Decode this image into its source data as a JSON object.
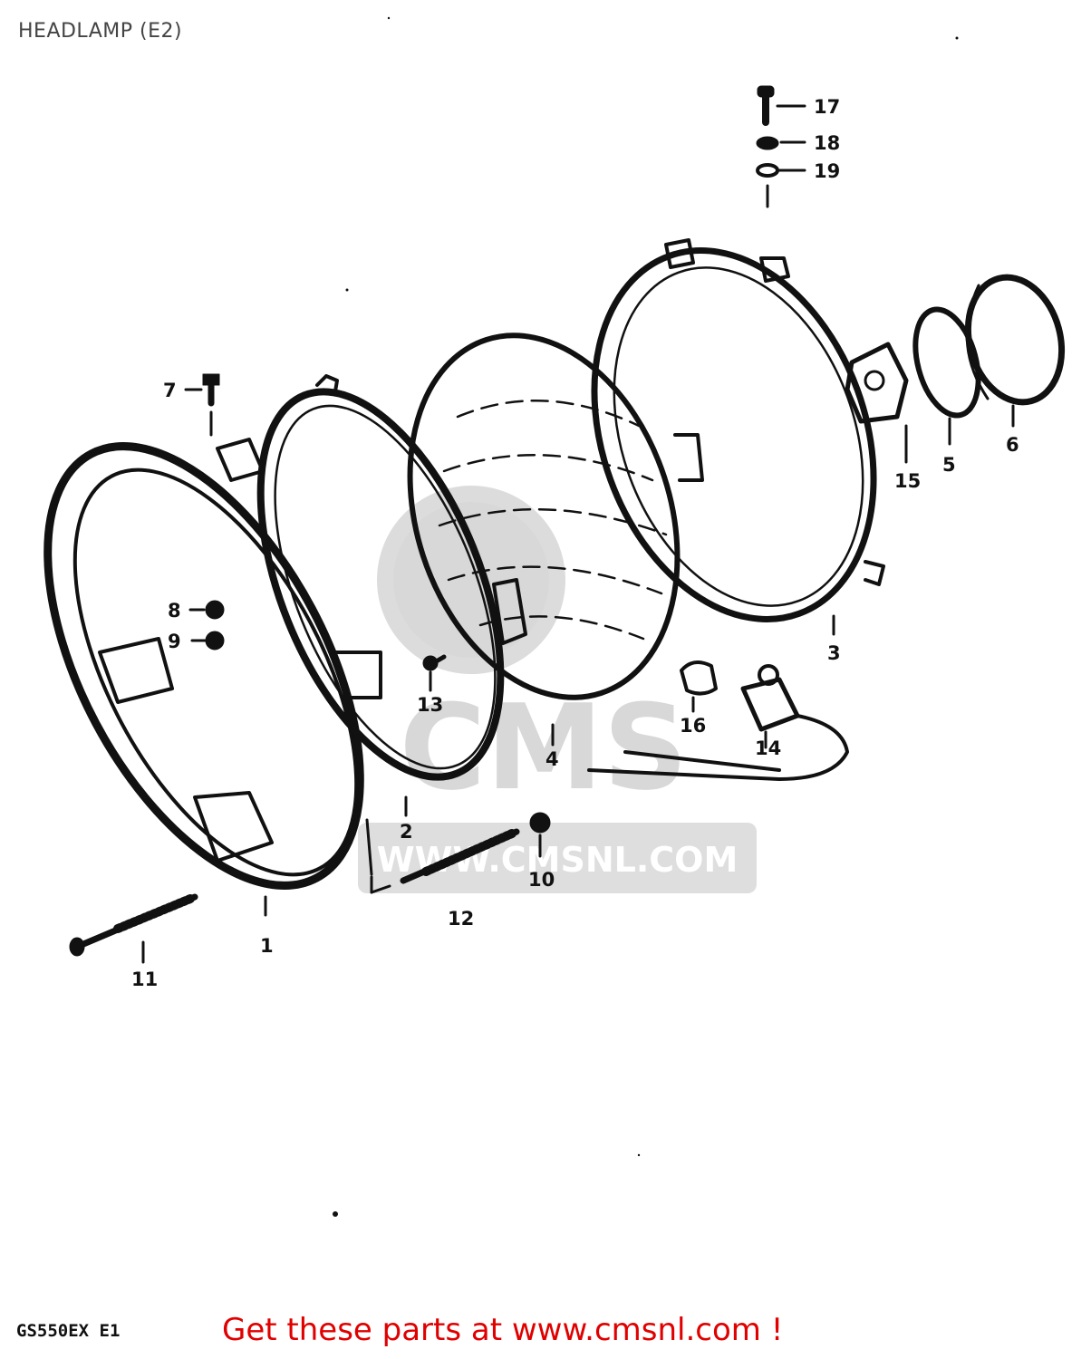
{
  "page": {
    "title": "HEADLAMP (E2)",
    "model_code": "GS550EX E1",
    "footer_link": "Get these parts at www.cmsnl.com !"
  },
  "watermark": {
    "brand": "CMS",
    "url": "WWW.CMSNL.COM"
  },
  "colors": {
    "footer_link": "#e00000",
    "line_art": "#111111",
    "watermark": "#cfcfcf"
  },
  "callouts": [
    "1",
    "2",
    "3",
    "4",
    "5",
    "6",
    "7",
    "8",
    "9",
    "10",
    "11",
    "12",
    "13",
    "14",
    "15",
    "16",
    "17",
    "18",
    "19"
  ],
  "parts": [
    {
      "ref": "1",
      "part": "headlamp-rim"
    },
    {
      "ref": "2",
      "part": "lens-retaining-ring"
    },
    {
      "ref": "3",
      "part": "headlamp-housing"
    },
    {
      "ref": "4",
      "part": "sealed-beam-unit"
    },
    {
      "ref": "5",
      "part": "socket-cover"
    },
    {
      "ref": "6",
      "part": "dust-cap"
    },
    {
      "ref": "7",
      "part": "screw"
    },
    {
      "ref": "8",
      "part": "washer"
    },
    {
      "ref": "9",
      "part": "washer"
    },
    {
      "ref": "10",
      "part": "nut"
    },
    {
      "ref": "11",
      "part": "adjusting-screw"
    },
    {
      "ref": "12",
      "part": "adjusting-screw"
    },
    {
      "ref": "13",
      "part": "screw"
    },
    {
      "ref": "14",
      "part": "bulb-socket"
    },
    {
      "ref": "15",
      "part": "bulb-holder"
    },
    {
      "ref": "16",
      "part": "bulb"
    },
    {
      "ref": "17",
      "part": "bolt"
    },
    {
      "ref": "18",
      "part": "washer"
    },
    {
      "ref": "19",
      "part": "lock-washer"
    }
  ]
}
